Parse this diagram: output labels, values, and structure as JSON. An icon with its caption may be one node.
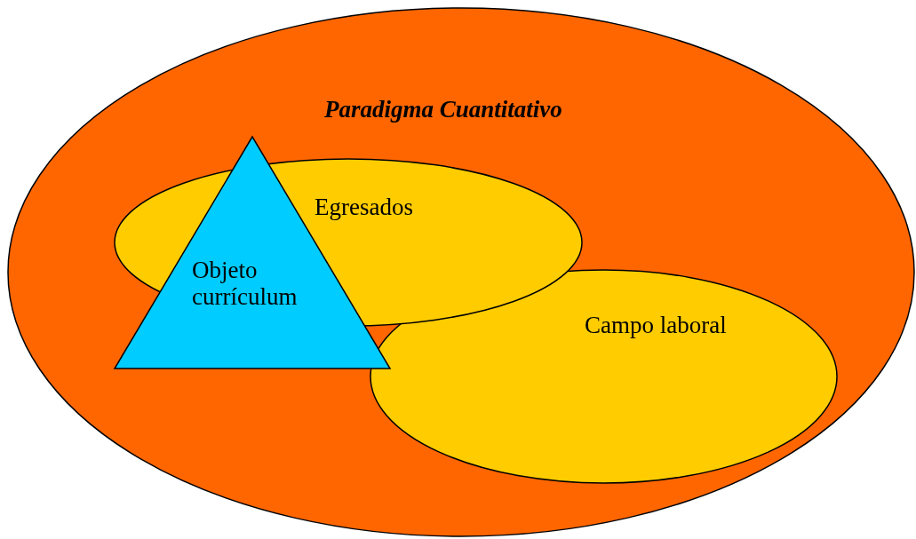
{
  "diagram": {
    "nodes": [
      {
        "text": [
          "Paradigma Cuantitativo"
        ]
      },
      {
        "text": [
          "Egresados"
        ],
        "in": 0
      },
      {
        "text": [
          "Objeto currículum"
        ],
        "in": 0
      },
      {
        "text": [
          "Campo laboral"
        ],
        "in": 0
      }
    ]
  }
}
